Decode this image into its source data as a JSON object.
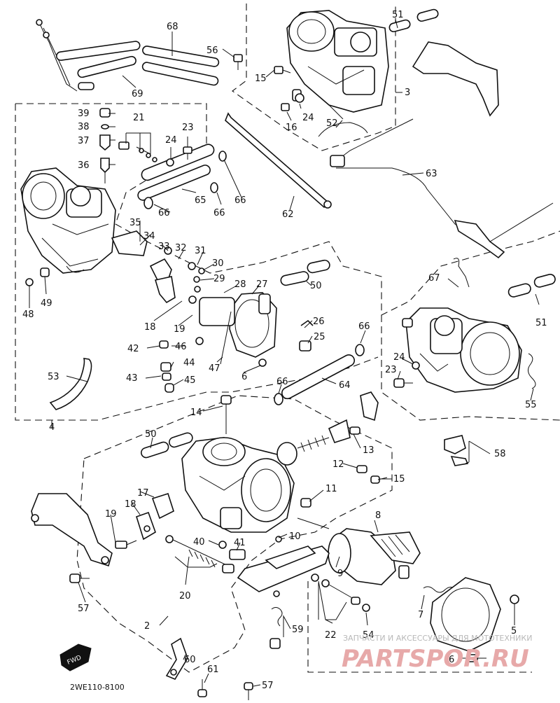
{
  "diagram_code": "2WE110-8100",
  "fwd_badge": "FWD",
  "watermark": {
    "caption": "ЗАПЧАСТИ И АКСЕССУАРЫ ДЛЯ МОТОТЕХНИКИ",
    "logo": "PARTSPOR.RU"
  },
  "callouts": {
    "c68": "68",
    "c69": "69",
    "c56": "56",
    "c51a": "51",
    "c15a": "15",
    "c3": "3",
    "c16": "16",
    "c24a": "24",
    "c52": "52",
    "c39": "39",
    "c38": "38",
    "c37": "37",
    "c21": "21",
    "c23a": "23",
    "c24b": "24",
    "c36": "36",
    "c65": "65",
    "c66a": "66",
    "c66b": "66",
    "c66c": "66",
    "c62": "62",
    "c63": "63",
    "c35": "35",
    "c34": "34",
    "c33": "33",
    "c32": "32",
    "c31": "31",
    "c30": "30",
    "c29": "29",
    "c28": "28",
    "c27": "27",
    "c50a": "50",
    "c67": "67",
    "c51b": "51",
    "c48": "48",
    "c49": "49",
    "c18a": "18",
    "c19a": "19",
    "c26": "26",
    "c25": "25",
    "c42": "42",
    "c46": "46",
    "c44": "44",
    "c43": "43",
    "c45": "45",
    "c47": "47",
    "c6a": "6",
    "c53": "53",
    "c66d": "66",
    "c24c": "24",
    "c23b": "23",
    "c55": "55",
    "c64": "64",
    "c66e": "66",
    "c4": "4",
    "c14": "14",
    "c50b": "50",
    "c13": "13",
    "c58": "58",
    "c12": "12",
    "c15b": "15",
    "c11": "11",
    "c17": "17",
    "c18b": "18",
    "c19b": "19",
    "c8": "8",
    "c40": "40",
    "c41": "41",
    "c10": "10",
    "c9": "9",
    "c20": "20",
    "c57a": "57",
    "c2": "2",
    "c22": "22",
    "c54": "54",
    "c7": "7",
    "c5": "5",
    "c59": "59",
    "c60": "60",
    "c61": "61",
    "c57b": "57",
    "c6b": "6"
  }
}
